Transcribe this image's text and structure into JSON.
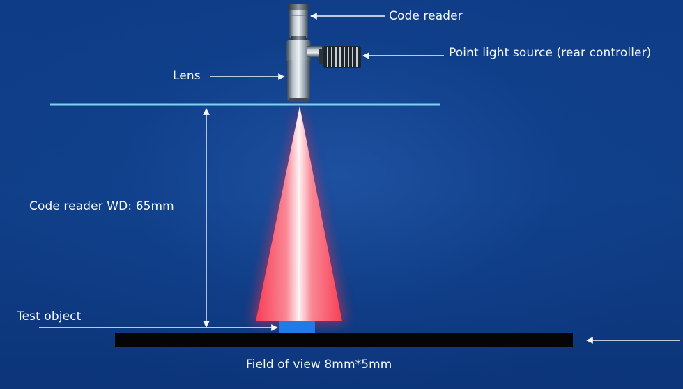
{
  "labels": {
    "code_reader": "Code reader",
    "point_light": "Point light source (rear controller)",
    "lens": "Lens",
    "working_distance": "Code reader WD: 65mm",
    "test_object": "Test object",
    "field_of_view": "Field of view 8mm*5mm"
  },
  "colors": {
    "background": "#0f3a82",
    "reference_line": "#7fd3f2",
    "beam": "#ff4d5e",
    "target": "#1e7be8",
    "stage": "#050505",
    "text": "#f4f7fb"
  }
}
